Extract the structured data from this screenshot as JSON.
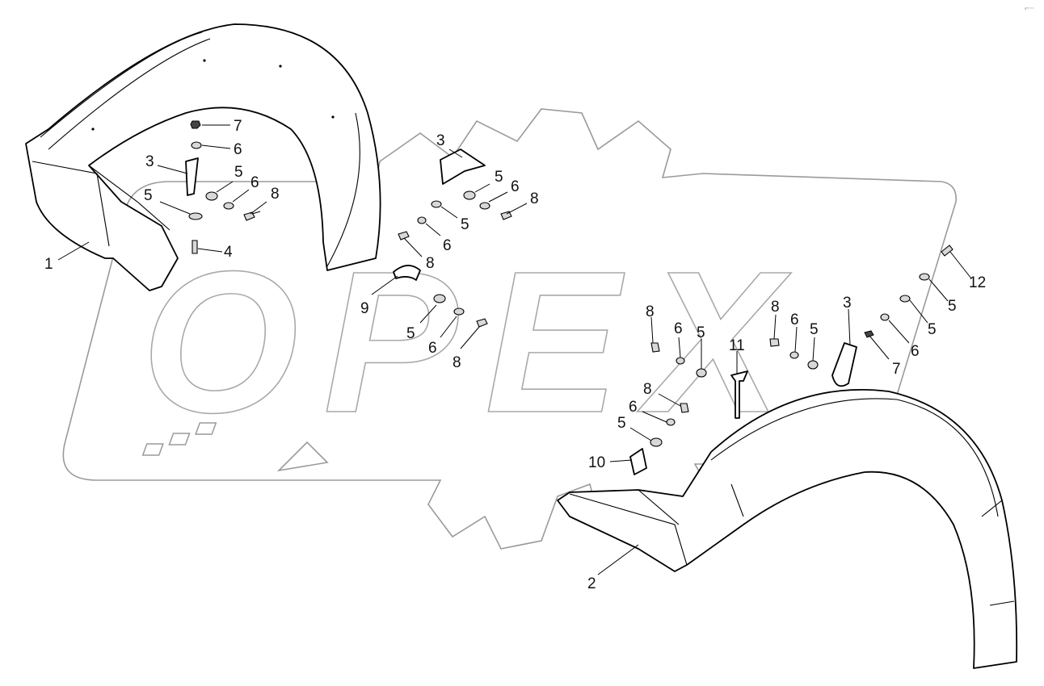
{
  "corner_note": "s⁰¹ ᵇᵒᵒ",
  "watermark": {
    "brand_letters": [
      "О",
      "Р",
      "Е",
      "Х"
    ]
  },
  "callouts": [
    {
      "id": "c1",
      "label": "1"
    },
    {
      "id": "c7a",
      "label": "7"
    },
    {
      "id": "c6a",
      "label": "6"
    },
    {
      "id": "c3a",
      "label": "3"
    },
    {
      "id": "c5a",
      "label": "5"
    },
    {
      "id": "c6b",
      "label": "6"
    },
    {
      "id": "c8a",
      "label": "8"
    },
    {
      "id": "c5b",
      "label": "5"
    },
    {
      "id": "c4",
      "label": "4"
    },
    {
      "id": "c3b",
      "label": "3"
    },
    {
      "id": "c5c",
      "label": "5"
    },
    {
      "id": "c6c",
      "label": "6"
    },
    {
      "id": "c8b",
      "label": "8"
    },
    {
      "id": "c5d",
      "label": "5"
    },
    {
      "id": "c6d",
      "label": "6"
    },
    {
      "id": "c8c",
      "label": "8"
    },
    {
      "id": "c9",
      "label": "9"
    },
    {
      "id": "c5e",
      "label": "5"
    },
    {
      "id": "c6e",
      "label": "6"
    },
    {
      "id": "c8d",
      "label": "8"
    },
    {
      "id": "c8e",
      "label": "8"
    },
    {
      "id": "c6f",
      "label": "6"
    },
    {
      "id": "c5f",
      "label": "5"
    },
    {
      "id": "c11",
      "label": "11"
    },
    {
      "id": "c8f",
      "label": "8"
    },
    {
      "id": "c6g",
      "label": "6"
    },
    {
      "id": "c5g",
      "label": "5"
    },
    {
      "id": "c10",
      "label": "10"
    },
    {
      "id": "c8g",
      "label": "8"
    },
    {
      "id": "c6h",
      "label": "6"
    },
    {
      "id": "c5h",
      "label": "5"
    },
    {
      "id": "c3c",
      "label": "3"
    },
    {
      "id": "c12",
      "label": "12"
    },
    {
      "id": "c5i",
      "label": "5"
    },
    {
      "id": "c5j",
      "label": "5"
    },
    {
      "id": "c6i",
      "label": "6"
    },
    {
      "id": "c7b",
      "label": "7"
    },
    {
      "id": "c2",
      "label": "2"
    }
  ]
}
